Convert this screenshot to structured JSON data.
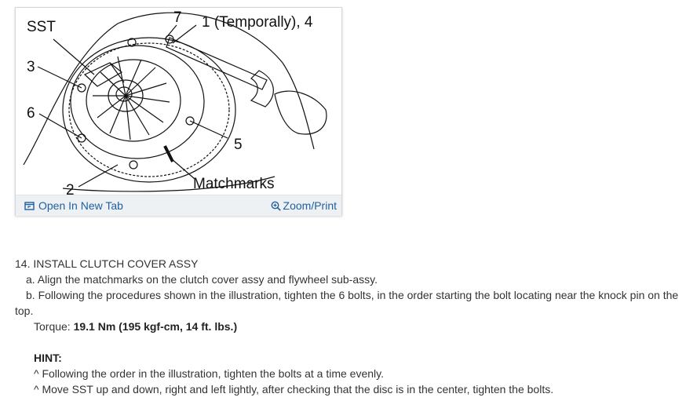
{
  "figure": {
    "labels": {
      "sst": "SST",
      "seven": "7",
      "one_four": "1 (Temporally), 4",
      "three": "3",
      "six": "6",
      "five": "5",
      "two": "2",
      "matchmarks": "Matchmarks"
    },
    "footer": {
      "open_tab_label": "Open In New Tab",
      "zoom_label": "Zoom/Print"
    }
  },
  "instructions": {
    "title": "14. INSTALL CLUTCH COVER ASSY",
    "step_a": "a. Align the matchmarks on the clutch cover assy and flywheel sub-assy.",
    "step_b": "b. Following the procedures shown in the illustration, tighten the 6 bolts, in the order starting the bolt locating near the knock pin on the top.",
    "torque_label": "Torque:",
    "torque_value": "19.1 Nm (195 kgf-cm, 14 ft. lbs.)",
    "hint_label": "HINT:",
    "hints": [
      "^  Following the order in the illustration, tighten the bolts at a time evenly.",
      "^  Move SST up and down, right and left lightly, after checking that the disc is in the center, tighten the bolts."
    ]
  },
  "colors": {
    "link": "#1f5f9e",
    "footer_bg": "#eef1f4"
  }
}
